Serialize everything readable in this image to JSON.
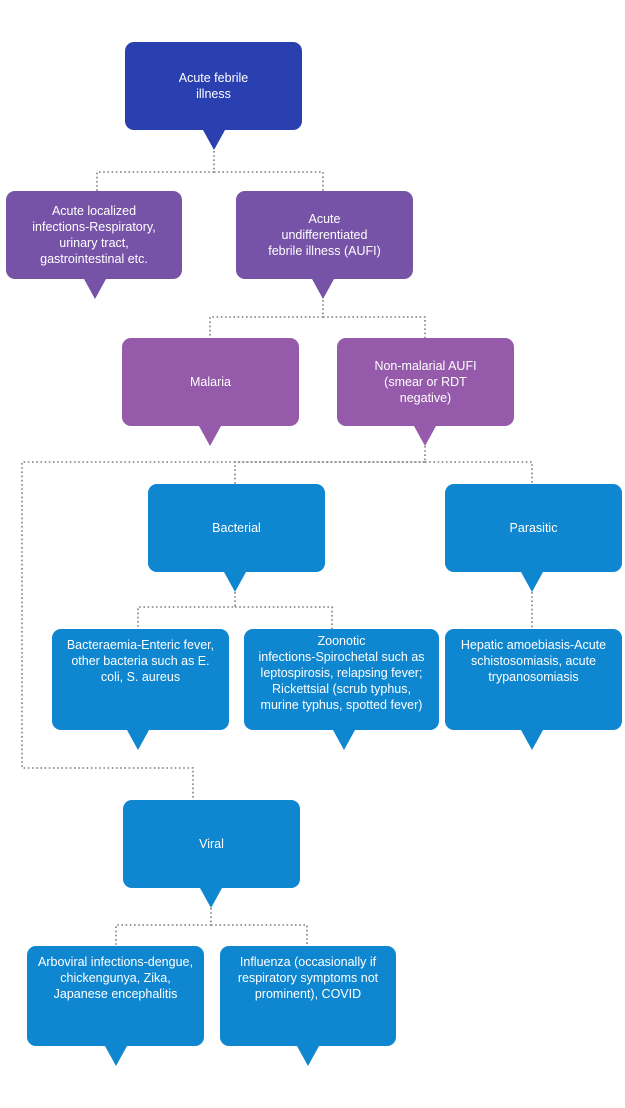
{
  "colors": {
    "navy": "#2a3fb0",
    "purple_dark": "#7653a6",
    "purple_light": "#955aa9",
    "blue": "#0e86d0",
    "connector": "#7f7f7f"
  },
  "nodes": {
    "acute_febrile_illness": "Acute febrile\nillness",
    "acute_localized": "Acute localized\ninfections-Respiratory,\nurinary tract,\ngastrointestinal etc.",
    "aufi": "Acute\nundifferentiated\nfebrile illness (AUFI)",
    "malaria": "Malaria",
    "non_malarial": "Non-malarial AUFI\n(smear or RDT\nnegative)",
    "bacterial": "Bacterial",
    "parasitic": "Parasitic",
    "bacteraemia": "Bacteraemia-Enteric fever,\nother bacteria such as E.\ncoli, S. aureus",
    "zoonotic": "Zoonotic\ninfections-Spirochetal such as\nleptospirosis, relapsing fever;\nRickettsial (scrub typhus,\nmurine typhus, spotted fever)",
    "hepatic": "Hepatic amoebiasis-Acute\nschistosomiasis, acute\ntrypanosomiasis",
    "viral": "Viral",
    "arboviral": "Arboviral infections-dengue,\nchickengunya, Zika,\nJapanese encephalitis",
    "influenza": "Influenza (occasionally if\nrespiratory symptoms not\nprominent), COVID"
  }
}
